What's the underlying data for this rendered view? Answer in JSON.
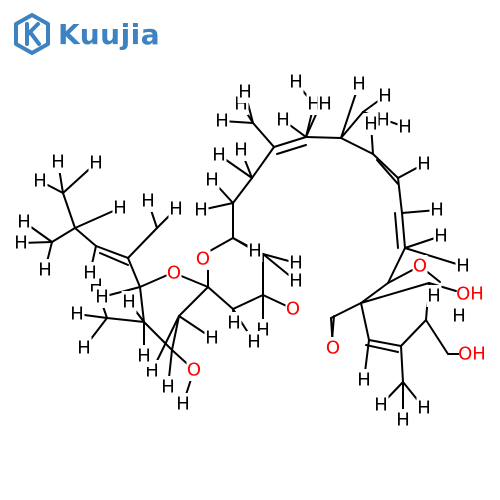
{
  "brand": {
    "name": "Kuujia",
    "icon": "hexagon-k-logo",
    "color": "#3d83c2"
  },
  "molecule": {
    "bond_color": "#000000",
    "hydrogen_color": "#000000",
    "oxygen_color": "#ff0000",
    "h_symbol": "H",
    "o_symbol": "O",
    "hydroxyl_label": "OH"
  }
}
